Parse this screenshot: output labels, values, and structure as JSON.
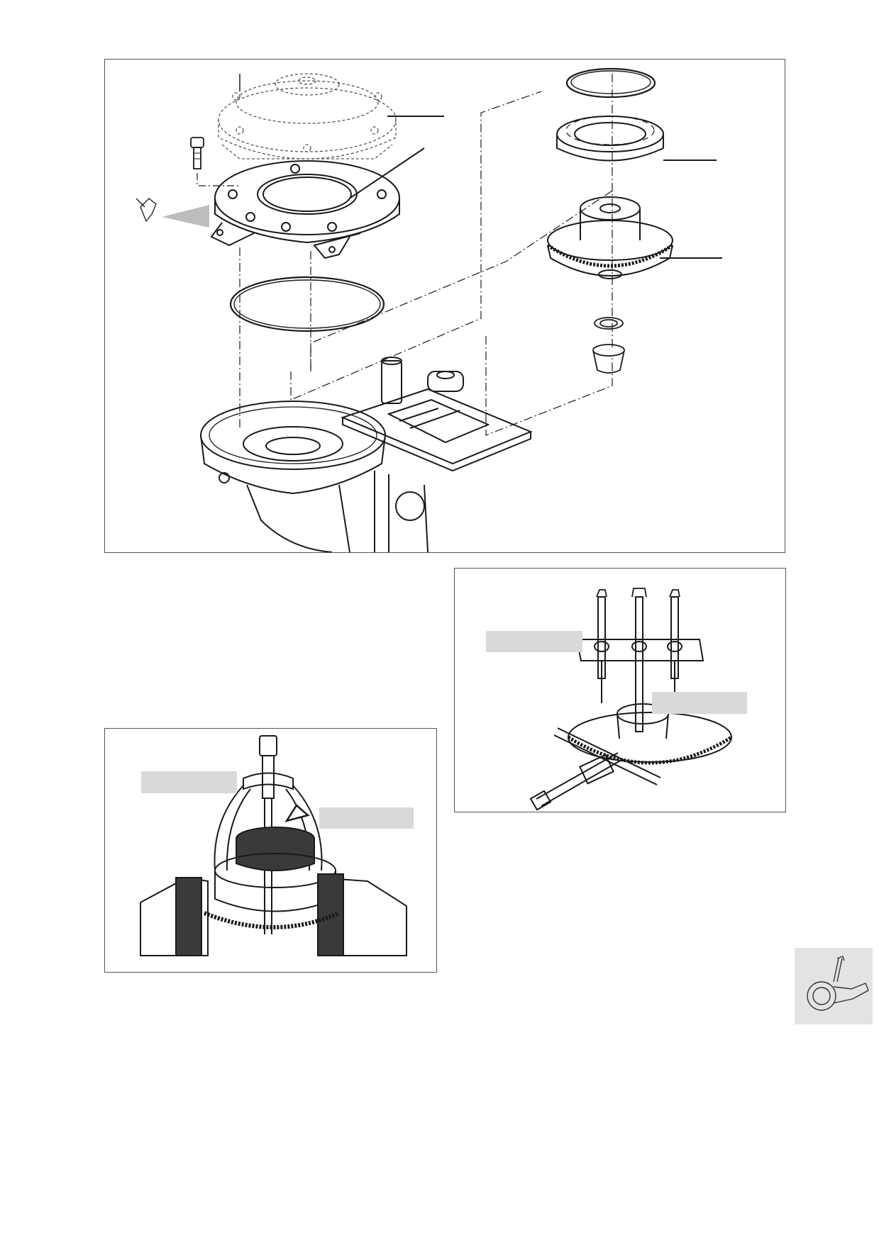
{
  "labels": {
    "puller_tool_a": "",
    "puller_tool_b": "",
    "vise_tool_a": "",
    "vise_tool_b": ""
  },
  "figures": {
    "main": {
      "illustration": "exploded-view-gearbox-assembly"
    },
    "puller": {
      "illustration": "three-jaw-bearing-puller-on-bevel-gear"
    },
    "vise": {
      "illustration": "two-jaw-puller-in-bench-vise"
    },
    "thumbnail": {
      "illustration": "angle-grinder-gear-head"
    }
  },
  "colors": {
    "line": "#1a1a1a",
    "label_fill": "#d9d9d9",
    "frame": "#555555",
    "arrow_fill": "#bdbdbd",
    "dark_part": "#3a3a3a"
  }
}
